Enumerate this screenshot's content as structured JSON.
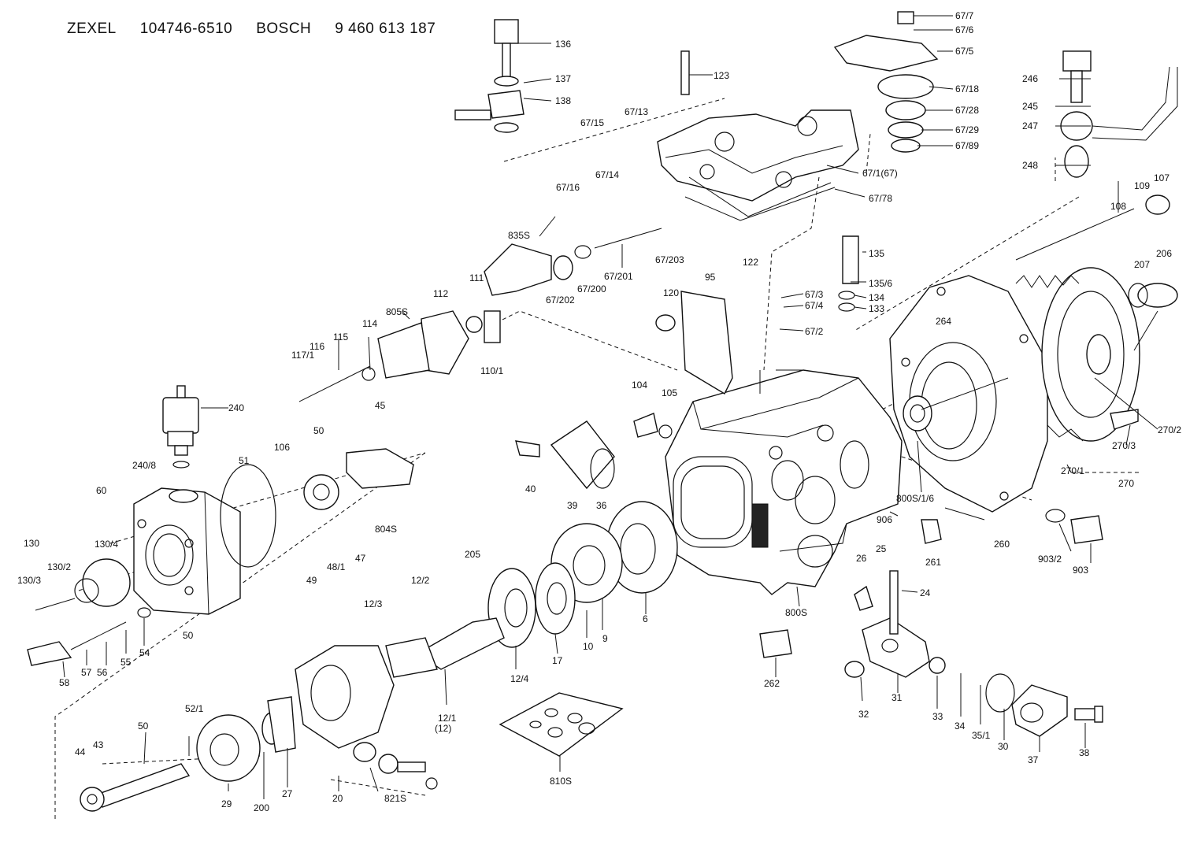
{
  "title": {
    "brand1": "ZEXEL",
    "code1": "104746-6510",
    "brand2": "BOSCH",
    "code2": "9 460 613 187"
  },
  "labels": [
    {
      "id": "136",
      "t": "136"
    },
    {
      "id": "137",
      "t": "137"
    },
    {
      "id": "138",
      "t": "138"
    },
    {
      "id": "123",
      "t": "123"
    },
    {
      "id": "67_13",
      "t": "67/13"
    },
    {
      "id": "67_15",
      "t": "67/15"
    },
    {
      "id": "67_14",
      "t": "67/14"
    },
    {
      "id": "67_16",
      "t": "67/16"
    },
    {
      "id": "67_7",
      "t": "67/7"
    },
    {
      "id": "67_6",
      "t": "67/6"
    },
    {
      "id": "67_5",
      "t": "67/5"
    },
    {
      "id": "67_18",
      "t": "67/18"
    },
    {
      "id": "67_28",
      "t": "67/28"
    },
    {
      "id": "67_29",
      "t": "67/29"
    },
    {
      "id": "67_89",
      "t": "67/89"
    },
    {
      "id": "67_1",
      "t": "67/1(67)"
    },
    {
      "id": "67_78",
      "t": "67/78"
    },
    {
      "id": "246",
      "t": "246"
    },
    {
      "id": "245",
      "t": "245"
    },
    {
      "id": "247",
      "t": "247"
    },
    {
      "id": "248",
      "t": "248"
    },
    {
      "id": "107",
      "t": "107"
    },
    {
      "id": "109",
      "t": "109"
    },
    {
      "id": "108",
      "t": "108"
    },
    {
      "id": "835S",
      "t": "835S"
    },
    {
      "id": "67_203",
      "t": "67/203"
    },
    {
      "id": "67_201",
      "t": "67/201"
    },
    {
      "id": "67_200",
      "t": "67/200"
    },
    {
      "id": "67_202",
      "t": "67/202"
    },
    {
      "id": "122",
      "t": "122"
    },
    {
      "id": "135",
      "t": "135"
    },
    {
      "id": "135_6",
      "t": "135/6"
    },
    {
      "id": "134",
      "t": "134"
    },
    {
      "id": "133",
      "t": "133"
    },
    {
      "id": "67_3",
      "t": "67/3"
    },
    {
      "id": "67_4",
      "t": "67/4"
    },
    {
      "id": "67_2",
      "t": "67/2"
    },
    {
      "id": "95",
      "t": "95"
    },
    {
      "id": "120",
      "t": "120"
    },
    {
      "id": "112",
      "t": "112"
    },
    {
      "id": "111",
      "t": "111"
    },
    {
      "id": "805S",
      "t": "805S"
    },
    {
      "id": "115",
      "t": "115"
    },
    {
      "id": "114",
      "t": "114"
    },
    {
      "id": "116",
      "t": "116"
    },
    {
      "id": "117_1",
      "t": "117/1"
    },
    {
      "id": "110_1",
      "t": "110/1"
    },
    {
      "id": "207",
      "t": "207"
    },
    {
      "id": "206",
      "t": "206"
    },
    {
      "id": "264",
      "t": "264"
    },
    {
      "id": "240",
      "t": "240"
    },
    {
      "id": "240_8",
      "t": "240/8"
    },
    {
      "id": "51",
      "t": "51"
    },
    {
      "id": "106",
      "t": "106"
    },
    {
      "id": "50a",
      "t": "50"
    },
    {
      "id": "45",
      "t": "45"
    },
    {
      "id": "60",
      "t": "60"
    },
    {
      "id": "130",
      "t": "130"
    },
    {
      "id": "130_4",
      "t": "130/4"
    },
    {
      "id": "130_2",
      "t": "130/2"
    },
    {
      "id": "130_3",
      "t": "130/3"
    },
    {
      "id": "804S",
      "t": "804S"
    },
    {
      "id": "47",
      "t": "47"
    },
    {
      "id": "48_1",
      "t": "48/1"
    },
    {
      "id": "49",
      "t": "49"
    },
    {
      "id": "50b",
      "t": "50"
    },
    {
      "id": "104",
      "t": "104"
    },
    {
      "id": "105",
      "t": "105"
    },
    {
      "id": "40",
      "t": "40"
    },
    {
      "id": "39",
      "t": "39"
    },
    {
      "id": "36",
      "t": "36"
    },
    {
      "id": "270_2",
      "t": "270/2"
    },
    {
      "id": "270_3",
      "t": "270/3"
    },
    {
      "id": "270_1",
      "t": "270/1"
    },
    {
      "id": "270",
      "t": "270"
    },
    {
      "id": "800S_1_6",
      "t": "800S/1/6"
    },
    {
      "id": "906",
      "t": "906"
    },
    {
      "id": "261",
      "t": "261"
    },
    {
      "id": "260",
      "t": "260"
    },
    {
      "id": "903_2",
      "t": "903/2"
    },
    {
      "id": "903",
      "t": "903"
    },
    {
      "id": "205",
      "t": "205"
    },
    {
      "id": "12_2",
      "t": "12/2"
    },
    {
      "id": "12_3",
      "t": "12/3"
    },
    {
      "id": "26",
      "t": "26"
    },
    {
      "id": "25",
      "t": "25"
    },
    {
      "id": "24",
      "t": "24"
    },
    {
      "id": "800S",
      "t": "800S"
    },
    {
      "id": "58",
      "t": "58"
    },
    {
      "id": "57",
      "t": "57"
    },
    {
      "id": "56",
      "t": "56"
    },
    {
      "id": "55",
      "t": "55"
    },
    {
      "id": "54",
      "t": "54"
    },
    {
      "id": "10",
      "t": "10"
    },
    {
      "id": "9",
      "t": "9"
    },
    {
      "id": "6",
      "t": "6"
    },
    {
      "id": "17",
      "t": "17"
    },
    {
      "id": "12_4",
      "t": "12/4"
    },
    {
      "id": "12_1",
      "t": "12/1"
    },
    {
      "id": "12",
      "t": "(12)"
    },
    {
      "id": "262",
      "t": "262"
    },
    {
      "id": "32",
      "t": "32"
    },
    {
      "id": "31",
      "t": "31"
    },
    {
      "id": "33",
      "t": "33"
    },
    {
      "id": "34",
      "t": "34"
    },
    {
      "id": "35_1",
      "t": "35/1"
    },
    {
      "id": "30",
      "t": "30"
    },
    {
      "id": "37",
      "t": "37"
    },
    {
      "id": "38",
      "t": "38"
    },
    {
      "id": "52_1",
      "t": "52/1"
    },
    {
      "id": "50c",
      "t": "50"
    },
    {
      "id": "44",
      "t": "44"
    },
    {
      "id": "43",
      "t": "43"
    },
    {
      "id": "29",
      "t": "29"
    },
    {
      "id": "200",
      "t": "200"
    },
    {
      "id": "27",
      "t": "27"
    },
    {
      "id": "20",
      "t": "20"
    },
    {
      "id": "821S",
      "t": "821S"
    },
    {
      "id": "810S",
      "t": "810S"
    }
  ]
}
